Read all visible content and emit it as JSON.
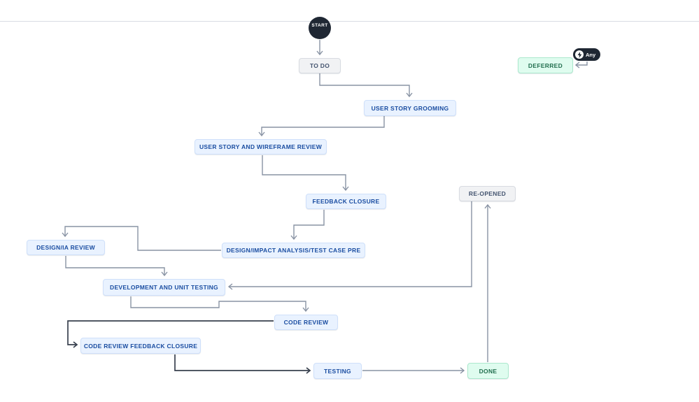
{
  "diagram": {
    "kind": "workflow-status-diagram",
    "start": {
      "label": "START"
    },
    "any_badge": {
      "label": "Any",
      "icon": "lightning-icon"
    },
    "nodes": [
      {
        "label": "TO DO",
        "category": "todo"
      },
      {
        "label": "DEFERRED",
        "category": "done"
      },
      {
        "label": "USER STORY GROOMING",
        "category": "inprogress"
      },
      {
        "label": "USER STORY AND WIREFRAME REVIEW",
        "category": "inprogress"
      },
      {
        "label": "FEEDBACK CLOSURE",
        "category": "inprogress"
      },
      {
        "label": "RE-OPENED",
        "category": "todo"
      },
      {
        "label": "DESIGN/IA REVIEW",
        "category": "inprogress"
      },
      {
        "label": "DESIGN/IMPACT ANALYSIS/TEST CASE PRE",
        "category": "inprogress"
      },
      {
        "label": "DEVELOPMENT AND UNIT TESTING",
        "category": "inprogress"
      },
      {
        "label": "CODE REVIEW",
        "category": "inprogress"
      },
      {
        "label": "CODE REVIEW FEEDBACK CLOSURE",
        "category": "inprogress"
      },
      {
        "label": "TESTING",
        "category": "inprogress"
      },
      {
        "label": "DONE",
        "category": "done"
      }
    ],
    "colors": {
      "inprogress_bg": "#E9F2FF",
      "inprogress_text": "#1a4da1",
      "todo_bg": "#F1F2F4",
      "todo_text": "#44546F",
      "done_bg": "#DFFCEF",
      "done_text": "#216E4E",
      "start_bg": "#1f2733",
      "edge": "#8993A4",
      "edge_dark": "#39414f"
    }
  }
}
